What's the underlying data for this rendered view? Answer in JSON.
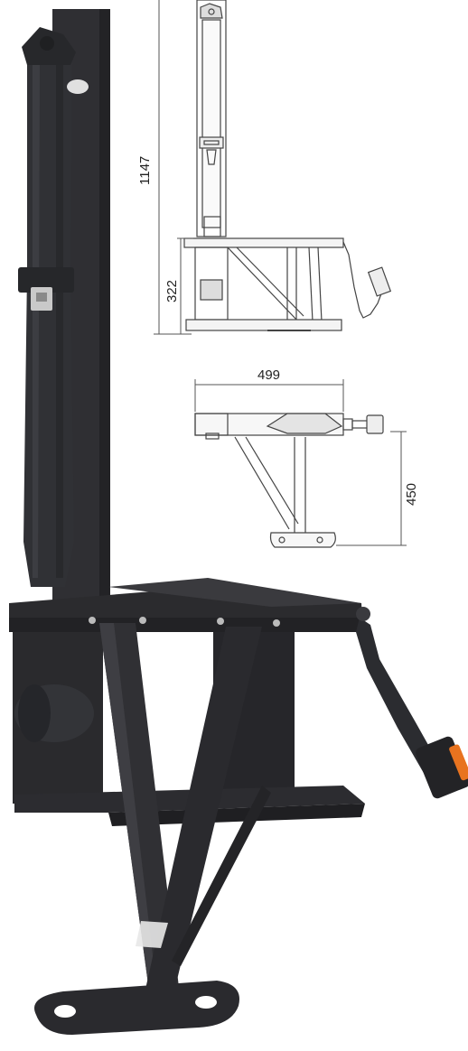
{
  "dimensions": {
    "total_height": "1147",
    "seat_height": "322",
    "seat_width": "499",
    "base_depth": "450"
  },
  "colors": {
    "frame": "#2b2b2e",
    "frame_light": "#3d3d41",
    "belt": "#303135",
    "drawing_line": "#444444",
    "buckle_orange": "#e8731f",
    "background": "#ffffff"
  }
}
